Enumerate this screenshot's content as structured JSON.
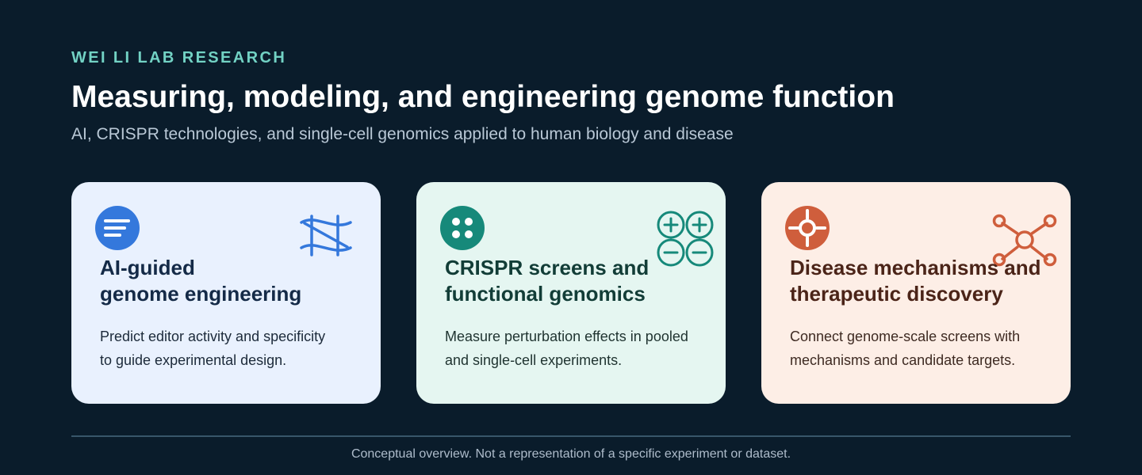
{
  "header": {
    "eyebrow": "WEI LI LAB RESEARCH",
    "title": "Measuring, modeling, and engineering genome function",
    "subtitle": "AI, CRISPR technologies, and single-cell genomics applied to human biology and disease"
  },
  "cards": [
    {
      "heading_lines": [
        "AI-guided",
        "genome engineering"
      ],
      "body_lines": [
        "Predict editor activity and specificity",
        "to guide experimental design."
      ],
      "badge_icon": "menu-lines-icon",
      "deco_icon": "dna-strand-icon",
      "accent": "#3478dc",
      "background": "#e9f1fe"
    },
    {
      "heading_lines": [
        "CRISPR screens and",
        "functional genomics"
      ],
      "body_lines": [
        "Measure perturbation effects in pooled",
        "and single-cell experiments."
      ],
      "badge_icon": "four-dots-icon",
      "deco_icon": "plus-minus-grid-icon",
      "accent": "#16897a",
      "background": "#e5f6f1"
    },
    {
      "heading_lines": [
        "Disease mechanisms and",
        "therapeutic discovery"
      ],
      "body_lines": [
        "Connect genome-scale screens with",
        "mechanisms and candidate targets."
      ],
      "badge_icon": "crosshair-icon",
      "deco_icon": "network-hub-icon",
      "accent": "#cf5e3c",
      "background": "#fdeee6"
    }
  ],
  "footer": {
    "note": "Conceptual overview. Not a representation of a specific experiment or dataset."
  },
  "colors": {
    "page_background": "#0a1c2b",
    "eyebrow": "#72d2c4",
    "divider": "#38566a"
  }
}
